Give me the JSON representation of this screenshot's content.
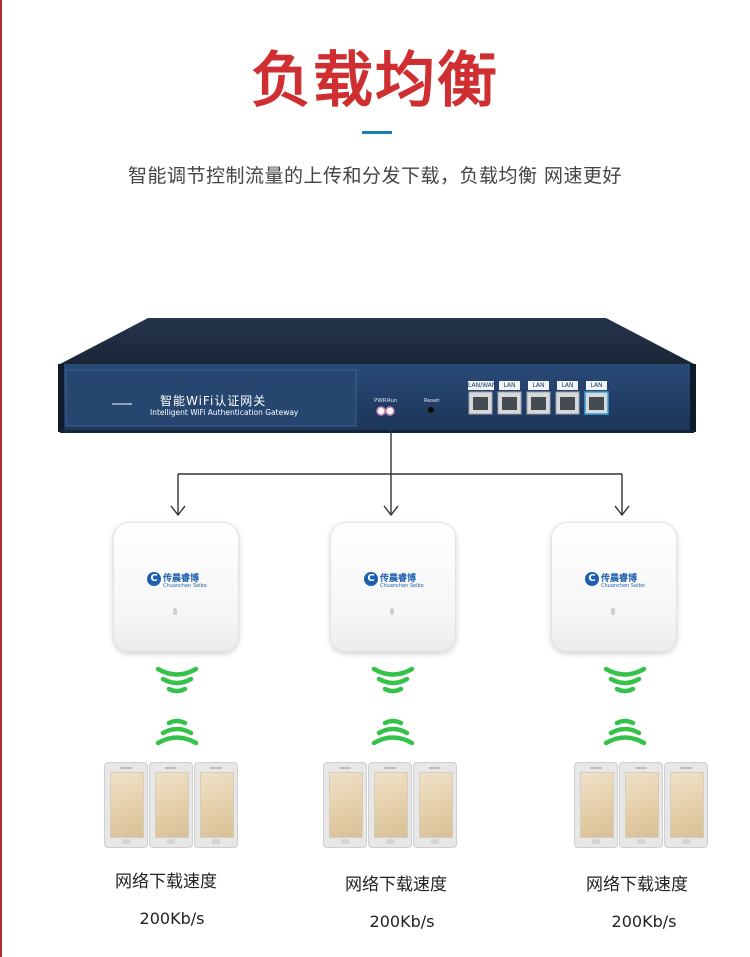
{
  "header": {
    "title": "负载均衡",
    "subtitle": "智能调节控制流量的上传和分发下载，负载均衡 网速更好"
  },
  "device": {
    "name": "智能WiFi认证网关",
    "subtitle": "Intelligent WiFi Authentication Gateway",
    "led_labels": [
      "PWR",
      "Run"
    ],
    "reset_label": "Reset",
    "port_labels": [
      "LAN/WAN",
      "LAN",
      "LAN",
      "LAN",
      "LAN"
    ]
  },
  "access_points": [
    {
      "logo_text": "传晨睿博",
      "logo_sub": "Chuanchen Seibo"
    },
    {
      "logo_text": "传晨睿博",
      "logo_sub": "Chuanchen Seibo"
    },
    {
      "logo_text": "传晨睿博",
      "logo_sub": "Chuanchen Seibo"
    }
  ],
  "groups": [
    {
      "label": "网络下载速度",
      "speed": "200Kb/s"
    },
    {
      "label": "网络下载速度",
      "speed": "200Kb/s"
    },
    {
      "label": "网络下载速度",
      "speed": "200Kb/s"
    }
  ],
  "colors": {
    "title": "#cf2f30",
    "accent": "#1b7eb3",
    "device_body": "#1b2c47",
    "wifi": "#35c24a"
  }
}
